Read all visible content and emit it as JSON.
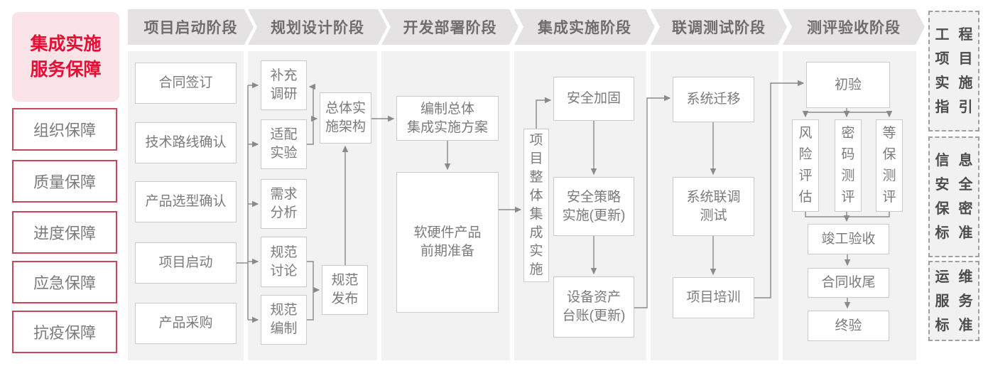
{
  "sidebar": {
    "title": "集成实施\n服务保障",
    "items": [
      "组织保障",
      "质量保障",
      "进度保障",
      "应急保障",
      "抗疫保障"
    ]
  },
  "phases": [
    "项目启动阶段",
    "规划设计阶段",
    "开发部署阶段",
    "集成实施阶段",
    "联调测试阶段",
    "测评验收阶段"
  ],
  "boxes": {
    "c1": [
      "合同签订",
      "技术路线确认",
      "产品选型确认",
      "项目启动",
      "产品采购"
    ],
    "c2": [
      "补充\n调研",
      "适配\n实验",
      "需求\n分析",
      "规范\n讨论",
      "规范\n编制"
    ],
    "c2_mid": {
      "arch": "总体实\n施架构",
      "publish": "规范\n发布"
    },
    "c3": {
      "plan": "编制总体\n集成实施方案",
      "prep": "软硬件产品\n前期准备"
    },
    "c4": {
      "overall": "项\n目\n整\n体\n集\n成\n实\n施",
      "harden": "安全加固",
      "policy": "安全策略\n实施(更新)",
      "ledger": "设备资产\n台账(更新)"
    },
    "c5": {
      "migrate": "系统迁移",
      "joint_test": "系统联调\n测试",
      "training": "项目培训"
    },
    "c6": {
      "initial": "初验",
      "risk": "风\n险\n评\n估",
      "crypto": "密\n码\n测\n评",
      "dengbao": "等\n保\n测\n评",
      "completion": "竣工验收",
      "contract_close": "合同收尾",
      "final": "终验"
    }
  },
  "right_panel": [
    {
      "rows": [
        "工程",
        "项目",
        "实施",
        "指引"
      ]
    },
    {
      "rows": [
        "信息",
        "安全",
        "保密",
        "标准"
      ]
    },
    {
      "rows": [
        "运维",
        "服务",
        "标准"
      ]
    }
  ],
  "colors": {
    "accent_red": "#e60e33",
    "border_red": "#c8475a",
    "pink_bg": "#fae4e8",
    "chevron_bg": "#e4e2e2",
    "band_bg": "#f3f2f2",
    "box_border": "#cbcbcb",
    "box_text": "#7b7b7b",
    "connector": "#8a8a8a"
  }
}
